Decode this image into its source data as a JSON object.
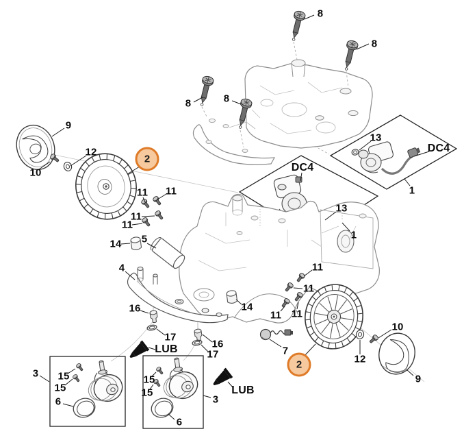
{
  "diagram_type": "exploded-parts-diagram",
  "parts": {
    "p1": "1",
    "p2": "2",
    "p3": "3",
    "p4": "4",
    "p5": "5",
    "p6": "6",
    "p7": "7",
    "p8": "8",
    "p9": "9",
    "p10": "10",
    "p11": "11",
    "p12": "12",
    "p13": "13",
    "p14": "14",
    "p15": "15",
    "p16": "16",
    "p17": "17"
  },
  "annotations": {
    "dc4": "DC4",
    "lub": "LUB"
  },
  "highlight": {
    "selected_part": "2",
    "fill": "#F6C99E",
    "stroke": "#DF7B28"
  }
}
